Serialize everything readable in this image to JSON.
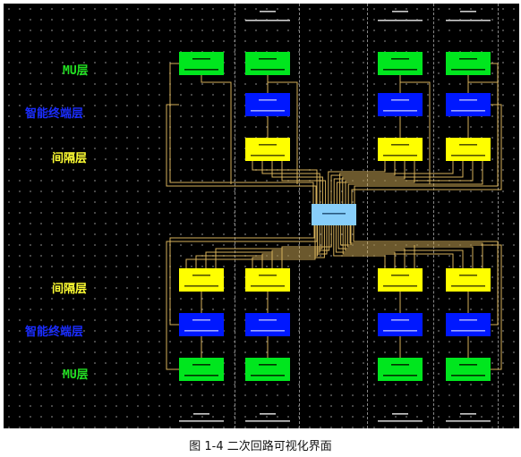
{
  "colors": {
    "mu": "#00e61e",
    "terminal": "#0018ff",
    "bay": "#ffff00",
    "switch": "#87cefa",
    "line": "#d6b15a",
    "label_mu": "#22e022",
    "label_terminal": "#1a2cff",
    "label_bay": "#ffff33"
  },
  "layer_labels": {
    "top_mu": "MU层",
    "top_terminal": "智能终端层",
    "top_bay": "间隔层",
    "bottom_bay": "间隔层",
    "bottom_terminal": "智能终端层",
    "bottom_mu": "MU层"
  },
  "caption": "图 1-4  二次回路可视化界面"
}
